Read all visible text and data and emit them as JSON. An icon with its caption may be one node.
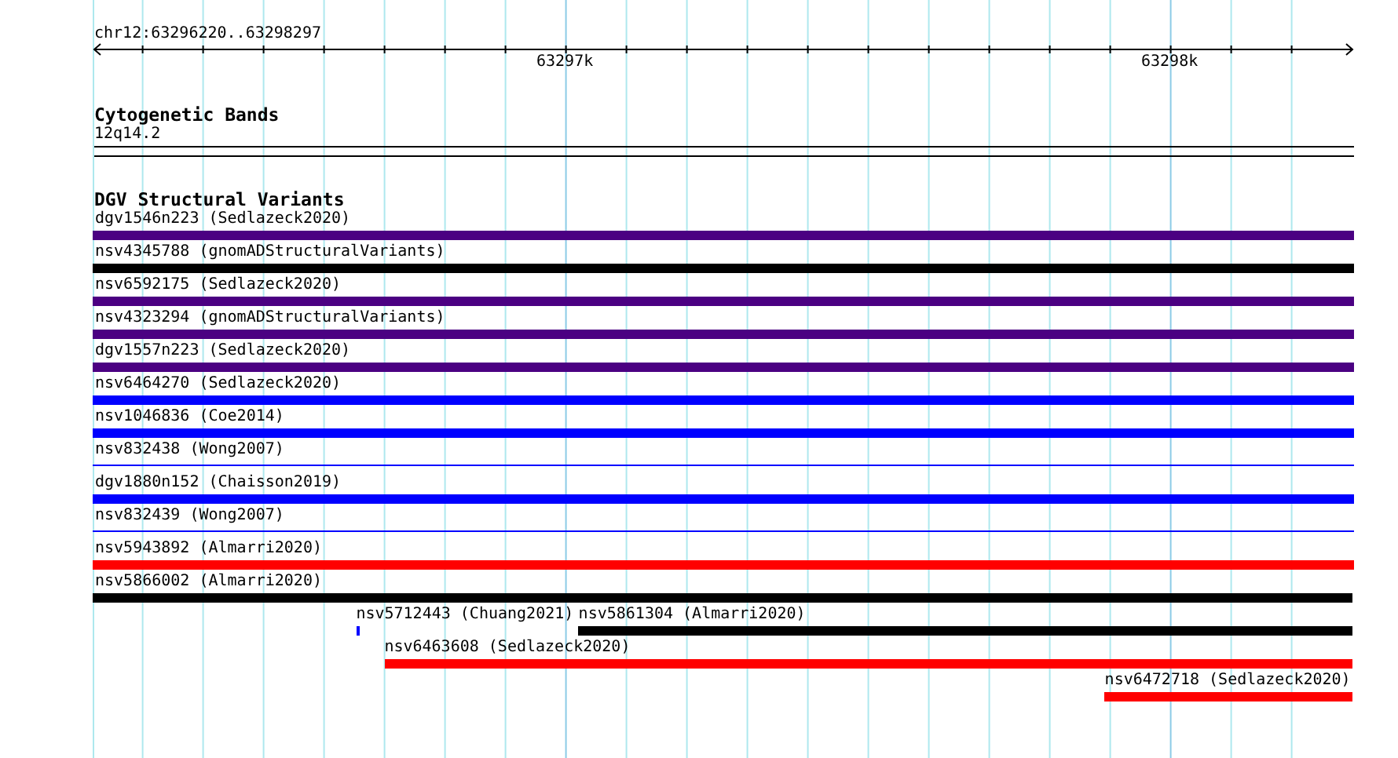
{
  "diagram": {
    "nodes": [
      {
        "text": [
          "12q14.2"
        ]
      },
      {
        "text": [
          "dgv1546n223 (Sedlazeck2020)"
        ]
      },
      {
        "text": [
          "nsv4345788 (gnomADStructuralVariants)"
        ]
      },
      {
        "text": [
          "nsv6592175 (Sedlazeck2020)"
        ]
      },
      {
        "text": [
          "nsv4323294 (gnomADStructuralVariants)"
        ]
      },
      {
        "text": [
          "dgv1557n223 (Sedlazeck2020)"
        ]
      },
      {
        "text": [
          "nsv6464270 (Sedlazeck2020)"
        ]
      },
      {
        "text": [
          "nsv1046836 (Coe2014)"
        ]
      },
      {
        "text": [
          "nsv832438 (Wong2007)"
        ]
      },
      {
        "text": [
          "dgv1880n152 (Chaisson2019)"
        ]
      },
      {
        "text": [
          "nsv832439 (Wong2007)"
        ]
      },
      {
        "text": [
          "nsv5943892 (Almarri2020)"
        ]
      },
      {
        "text": [
          "nsv5866002 (Almarri2020)"
        ]
      },
      {
        "text": [
          "nsv5712443 (Chuang2021)"
        ]
      },
      {
        "text": [
          "nsv5861304 (Almarri2020)"
        ]
      },
      {
        "text": [
          "nsv6463608 (Sedlazeck2020)"
        ]
      },
      {
        "text": [
          "nsv6472718 (Sedlazeck2020)"
        ]
      }
    ],
    "labels": [
      "chr12:63296220..63298297",
      "63297k",
      "63298k",
      "Cytogenetic Bands",
      "DGV Structural Variants"
    ]
  }
}
